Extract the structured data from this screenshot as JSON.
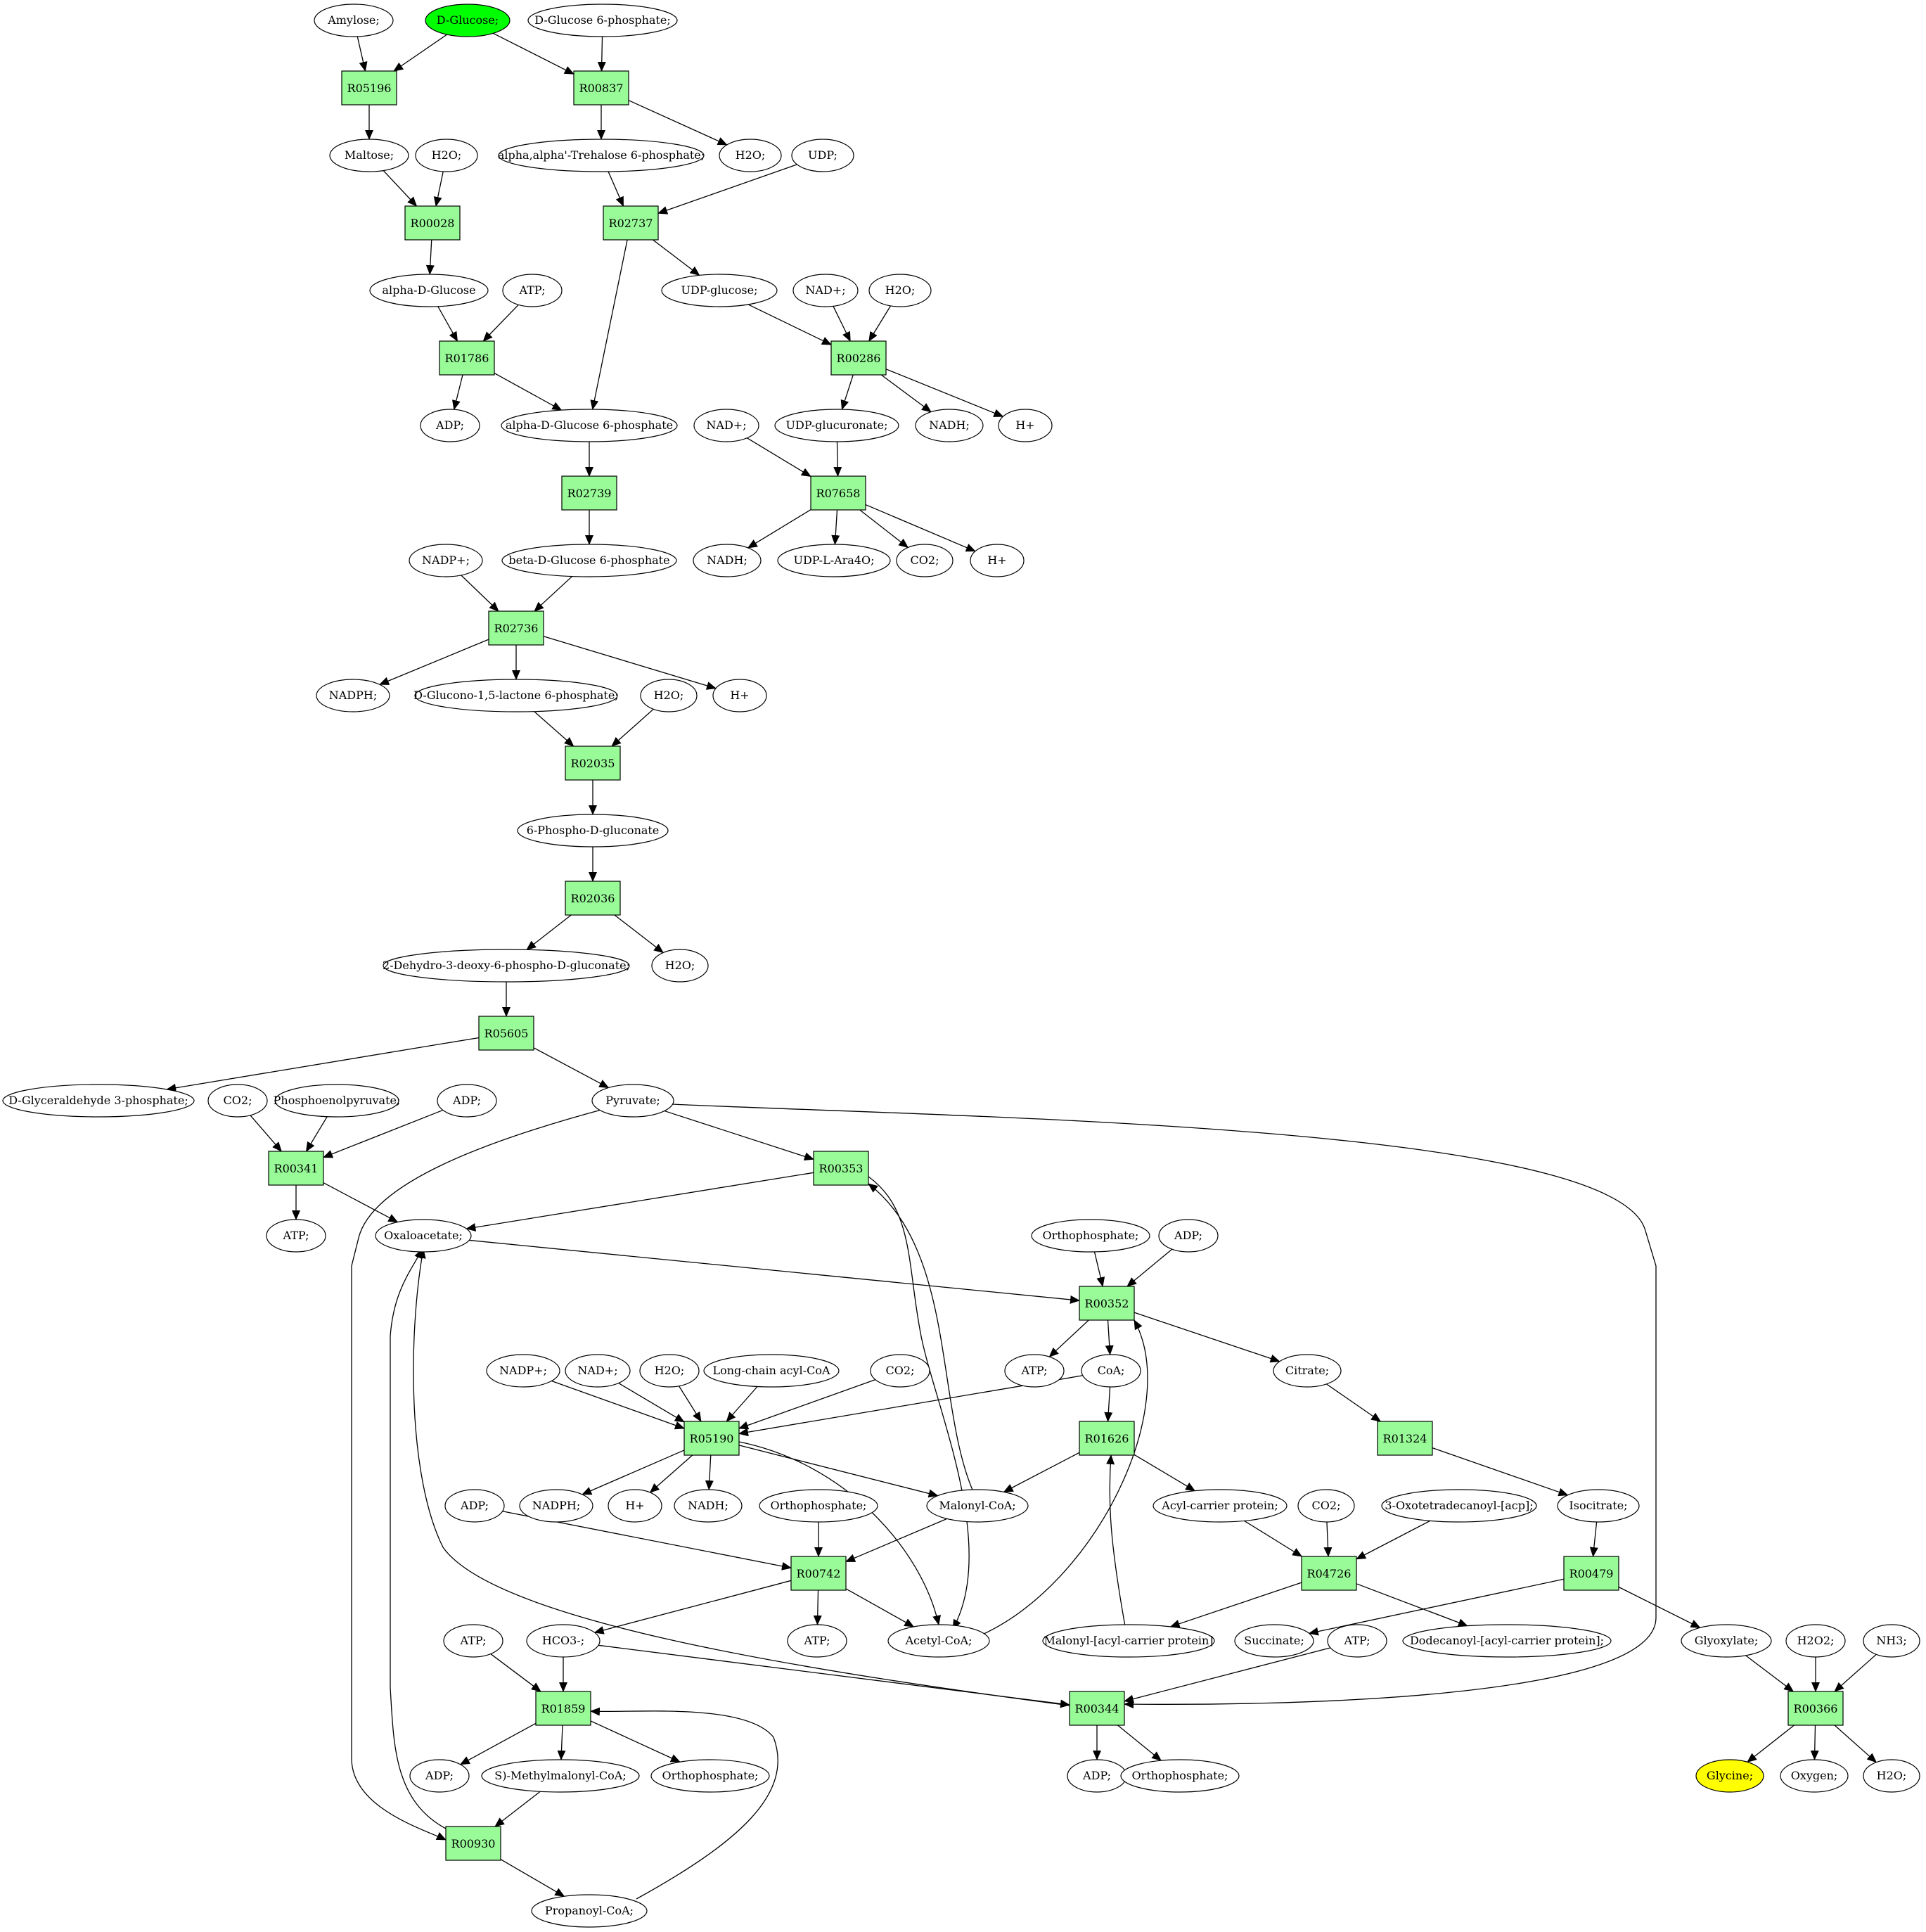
{
  "colors": {
    "reaction_fill": "#98fb98",
    "start_fill": "#00ff00",
    "target_fill": "#ffff00",
    "metabolite_fill": "#ffffff",
    "stroke": "#000000"
  },
  "metabolites": {
    "amylose": "Amylose;",
    "d_glucose": "D-Glucose;",
    "g6p": "D-Glucose 6-phosphate;",
    "maltose": "Maltose;",
    "h2o_1": "H2O;",
    "trehalose6p": "alpha,alpha'-Trehalose 6-phosphate;",
    "h2o_2": "H2O;",
    "udp": "UDP;",
    "alpha_glucose": "alpha-D-Glucose",
    "atp_1": "ATP;",
    "udp_glucose": "UDP-glucose;",
    "nad_1": "NAD+;",
    "h2o_3": "H2O;",
    "adp_1": "ADP;",
    "alpha_g6p": "alpha-D-Glucose 6-phosphate",
    "nad_2": "NAD+;",
    "udp_glucuronate": "UDP-glucuronate;",
    "nadh_1": "NADH;",
    "hplus_1": "H+",
    "beta_g6p": "beta-D-Glucose 6-phosphate",
    "nadp_1": "NADP+;",
    "nadh_2": "NADH;",
    "udp_ara4o": "UDP-L-Ara4O;",
    "co2_1": "CO2;",
    "hplus_2": "H+",
    "nadph_1": "NADPH;",
    "glucono_lactone": "D-Glucono-1,5-lactone 6-phosphate;",
    "h2o_4": "H2O;",
    "hplus_3": "H+",
    "phosphogluconate": "6-Phospho-D-gluconate",
    "kdpg": "2-Dehydro-3-deoxy-6-phospho-D-gluconate;",
    "h2o_5": "H2O;",
    "gap": "D-Glyceraldehyde 3-phosphate;",
    "co2_2": "CO2;",
    "pep": "Phosphoenolpyruvate;",
    "adp_2": "ADP;",
    "pyruvate": "Pyruvate;",
    "atp_2": "ATP;",
    "oxaloacetate": "Oxaloacetate;",
    "orthophosphate_1": "Orthophosphate;",
    "adp_3": "ADP;",
    "nadp_2": "NADP+;",
    "nad_3": "NAD+;",
    "h2o_6": "H2O;",
    "long_chain_acyl_coa": "Long-chain acyl-CoA",
    "co2_3": "CO2;",
    "atp_3": "ATP;",
    "coa": "CoA;",
    "citrate": "Citrate;",
    "nadph_2": "NADPH;",
    "hplus_4": "H+",
    "nadh_3": "NADH;",
    "malonyl_coa": "Malonyl-CoA;",
    "acyl_carrier_protein": "Acyl-carrier protein;",
    "co2_4": "CO2;",
    "oxotetradecanoyl": "3-Oxotetradecanoyl-[acp];",
    "isocitrate": "Isocitrate;",
    "adp_4": "ADP;",
    "orthophosphate_2": "Orthophosphate;",
    "atp_4": "ATP;",
    "hco3": "HCO3-;",
    "atp_5": "ATP;",
    "acetyl_coa": "Acetyl-CoA;",
    "malonyl_acp": "Malonyl-[acyl-carrier protein]",
    "succinate": "Succinate;",
    "atp_6": "ATP;",
    "dodecanoyl_acp": "Dodecanoyl-[acyl-carrier protein];",
    "glyoxylate": "Glyoxylate;",
    "h2o2": "H2O2;",
    "nh3": "NH3;",
    "adp_5": "ADP;",
    "methylmalonyl_coa": "S)-Methylmalonyl-CoA;",
    "orthophosphate_3": "Orthophosphate;",
    "adp_6": "ADP;",
    "orthophosphate_4": "Orthophosphate;",
    "glycine": "Glycine;",
    "oxygen": "Oxygen;",
    "h2o_7": "H2O;",
    "propanoyl_coa": "Propanoyl-CoA;"
  },
  "reactions": {
    "R05196": "R05196",
    "R00837": "R00837",
    "R00028": "R00028",
    "R02737": "R02737",
    "R01786": "R01786",
    "R00286": "R00286",
    "R02739": "R02739",
    "R07658": "R07658",
    "R02736": "R02736",
    "R02035": "R02035",
    "R02036": "R02036",
    "R05605": "R05605",
    "R00341": "R00341",
    "R00353": "R00353",
    "R00352": "R00352",
    "R05190": "R05190",
    "R01626": "R01626",
    "R01324": "R01324",
    "R00742": "R00742",
    "R04726": "R04726",
    "R00479": "R00479",
    "R01859": "R01859",
    "R00344": "R00344",
    "R00366": "R00366",
    "R00930": "R00930"
  }
}
